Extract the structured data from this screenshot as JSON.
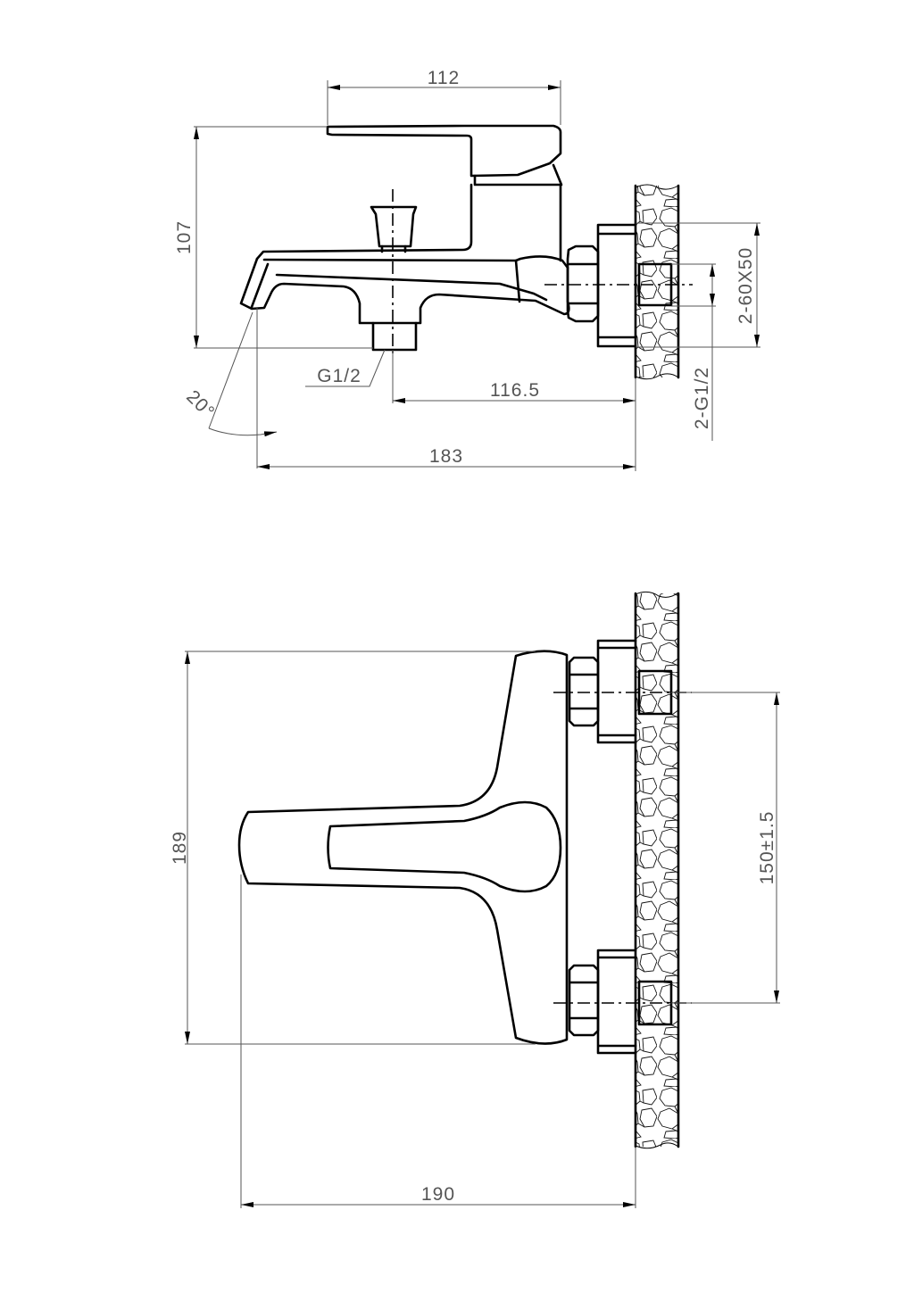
{
  "drawing": {
    "title": "Bath mixer dimension drawing",
    "line_color": "#000000",
    "dimension_color": "#555555",
    "side_view": {
      "dimensions": {
        "handle_width": "112",
        "height": "107",
        "outlet_thread": "G1/2",
        "spout_angle": "20°",
        "outlet_to_wall": "116.5",
        "overall_depth": "183",
        "inlet_thread": "2-G1/2",
        "flange_size": "2-60X50"
      }
    },
    "top_view": {
      "dimensions": {
        "overall_width": "189",
        "center_distance": "150±1.5",
        "overall_depth": "190"
      }
    }
  }
}
